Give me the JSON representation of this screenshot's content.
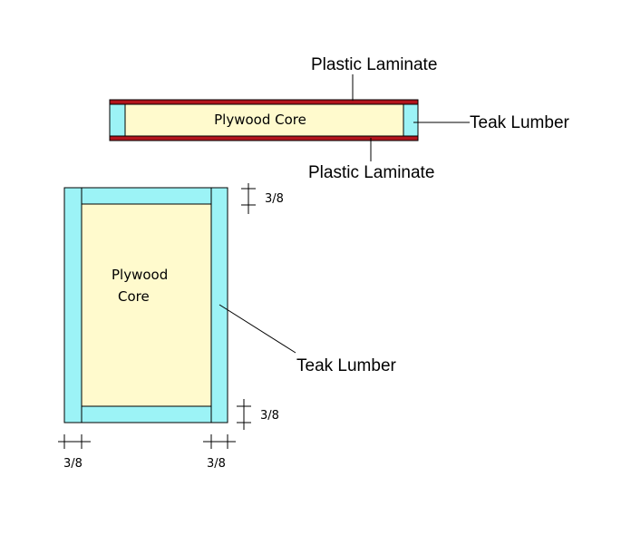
{
  "colors": {
    "laminate": "#b2141c",
    "teak": "#9cf3f6",
    "plywood": "#fffacd",
    "outline": "#000000"
  },
  "section_view": {
    "top_laminate_label": "Plastic Laminate",
    "bottom_laminate_label": "Plastic Laminate",
    "core_label": "Plywood Core",
    "edge_label": "Teak Lumber"
  },
  "plan_view": {
    "core_label_line1": "Plywood",
    "core_label_line2": "Core",
    "edge_label": "Teak Lumber",
    "dims": {
      "top_right": "3/8",
      "bottom_right": "3/8",
      "bottom_left": "3/8",
      "bottom_center": "3/8"
    }
  }
}
